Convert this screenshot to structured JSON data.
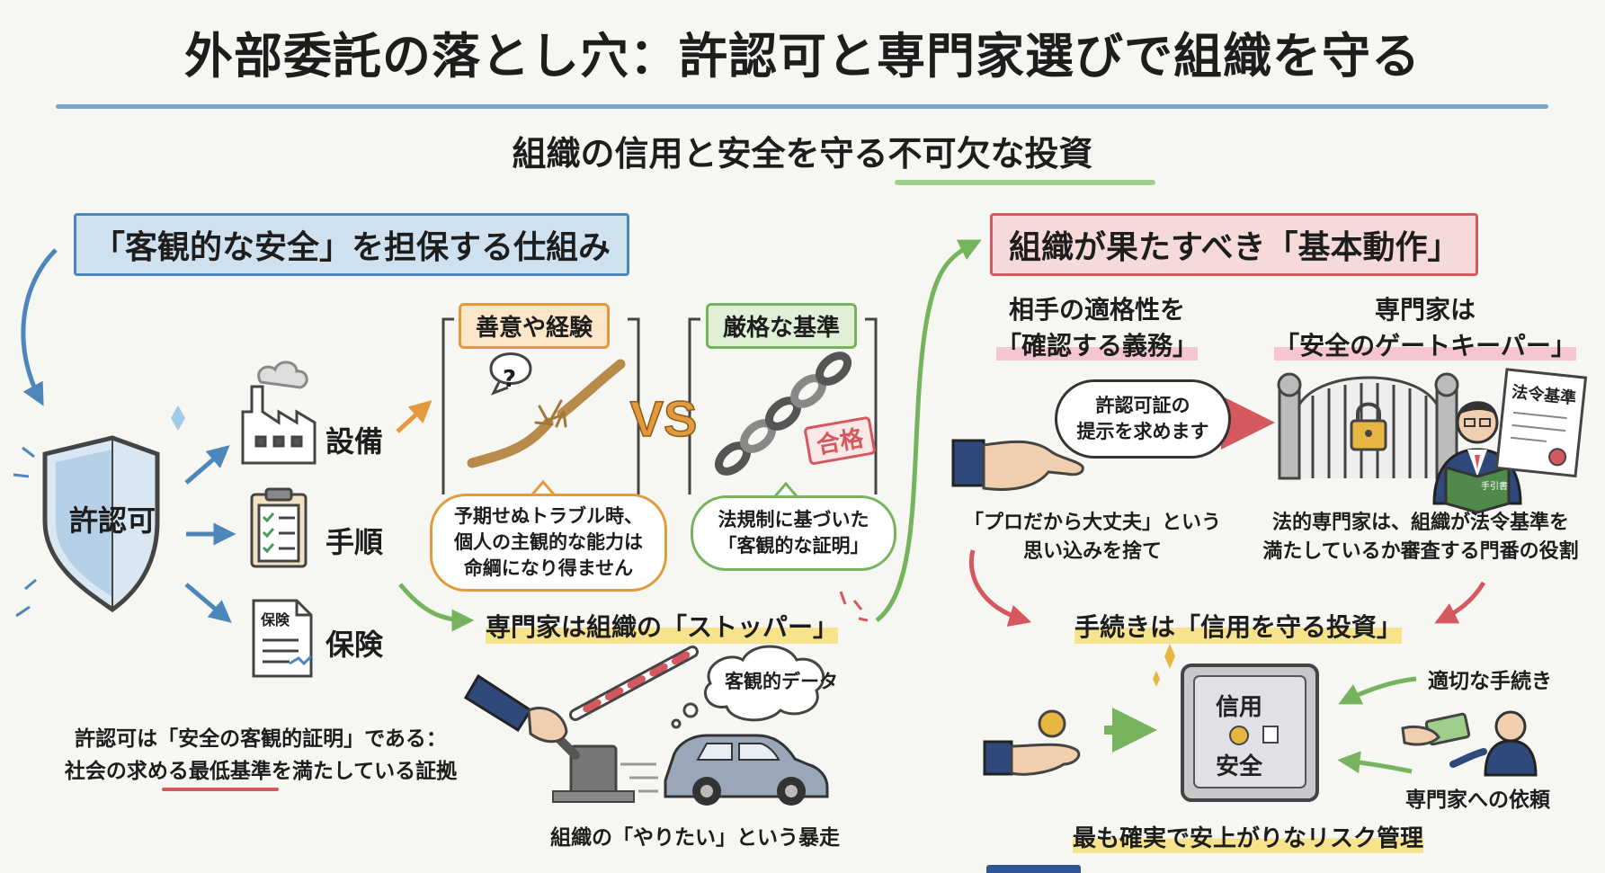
{
  "header": {
    "title": "外部委託の落とし穴：許認可と専門家選びで組織を守る",
    "subtitle": "組織の信用と安全を守る不可欠な投資"
  },
  "left": {
    "banner": "「客観的な安全」を担保する仕組み",
    "shield_label": "許認可",
    "items": [
      "設備",
      "手順",
      "保険"
    ],
    "insurance_doc_label": "保険",
    "note_line1": "許認可は「安全の客観的証明」である：",
    "note_line2_pre": "社会の求める",
    "note_line2_em": "最低基準",
    "note_line2_post": "を満たしている証拠"
  },
  "compare": {
    "goodwill_tag": "善意や経験",
    "strict_tag": "厳格な基準",
    "vs": "VS",
    "question_mark": "?",
    "pass_stamp": "合格",
    "goodwill_bubble_line1": "予期せぬトラブル時、",
    "goodwill_bubble_line2": "個人の主観的な能力は",
    "goodwill_bubble_line3": "命綱になり得ません",
    "strict_bubble_line1": "法規制に基づいた",
    "strict_bubble_line2": "「客観的な証明」"
  },
  "stopper": {
    "label": "専門家は組織の「ストッパー」",
    "cloud": "客観的データ",
    "runaway": "組織の「やりたい」という暴走"
  },
  "right": {
    "banner": "組織が果たすべき「基本動作」",
    "duty_head_line1": "相手の適格性を",
    "duty_head_line2": "「確認する義務」",
    "permit_bubble_line1": "許認可証の",
    "permit_bubble_line2": "提示を求めます",
    "pro_note_line1": "「プロだから大丈夫」という",
    "pro_note_line2": "思い込みを捨て",
    "gate_head_line1": "専門家は",
    "gate_head_line2": "「安全のゲートキーパー」",
    "law_doc": "法令基準",
    "book_label": "手引書",
    "legal_note_line1": "法的専門家は、組織が法令基準を",
    "legal_note_line2": "満たしているか審査する門番の役割",
    "invest_label": "手続きは「信用を守る投資」",
    "safe_line1": "信用",
    "safe_line2": "安全",
    "appropriate": "適切な手続き",
    "request": "専門家への依頼",
    "risk": "最も確実で安上がりなリスク管理"
  },
  "colors": {
    "blue": "#4d86b8",
    "red": "#d5585e",
    "orange": "#e39a3d",
    "green": "#76b35d",
    "yellow_highlight": "#f7e38b"
  },
  "icons": [
    "shield-icon",
    "factory-icon",
    "clipboard-icon",
    "document-icon",
    "rope-icon",
    "chain-icon",
    "barrier-icon",
    "car-icon",
    "handshake-icon",
    "gate-icon",
    "padlock-icon",
    "expert-icon",
    "certificate-icon",
    "safe-icon",
    "coin-hand-icon",
    "cash-hand-icon"
  ]
}
